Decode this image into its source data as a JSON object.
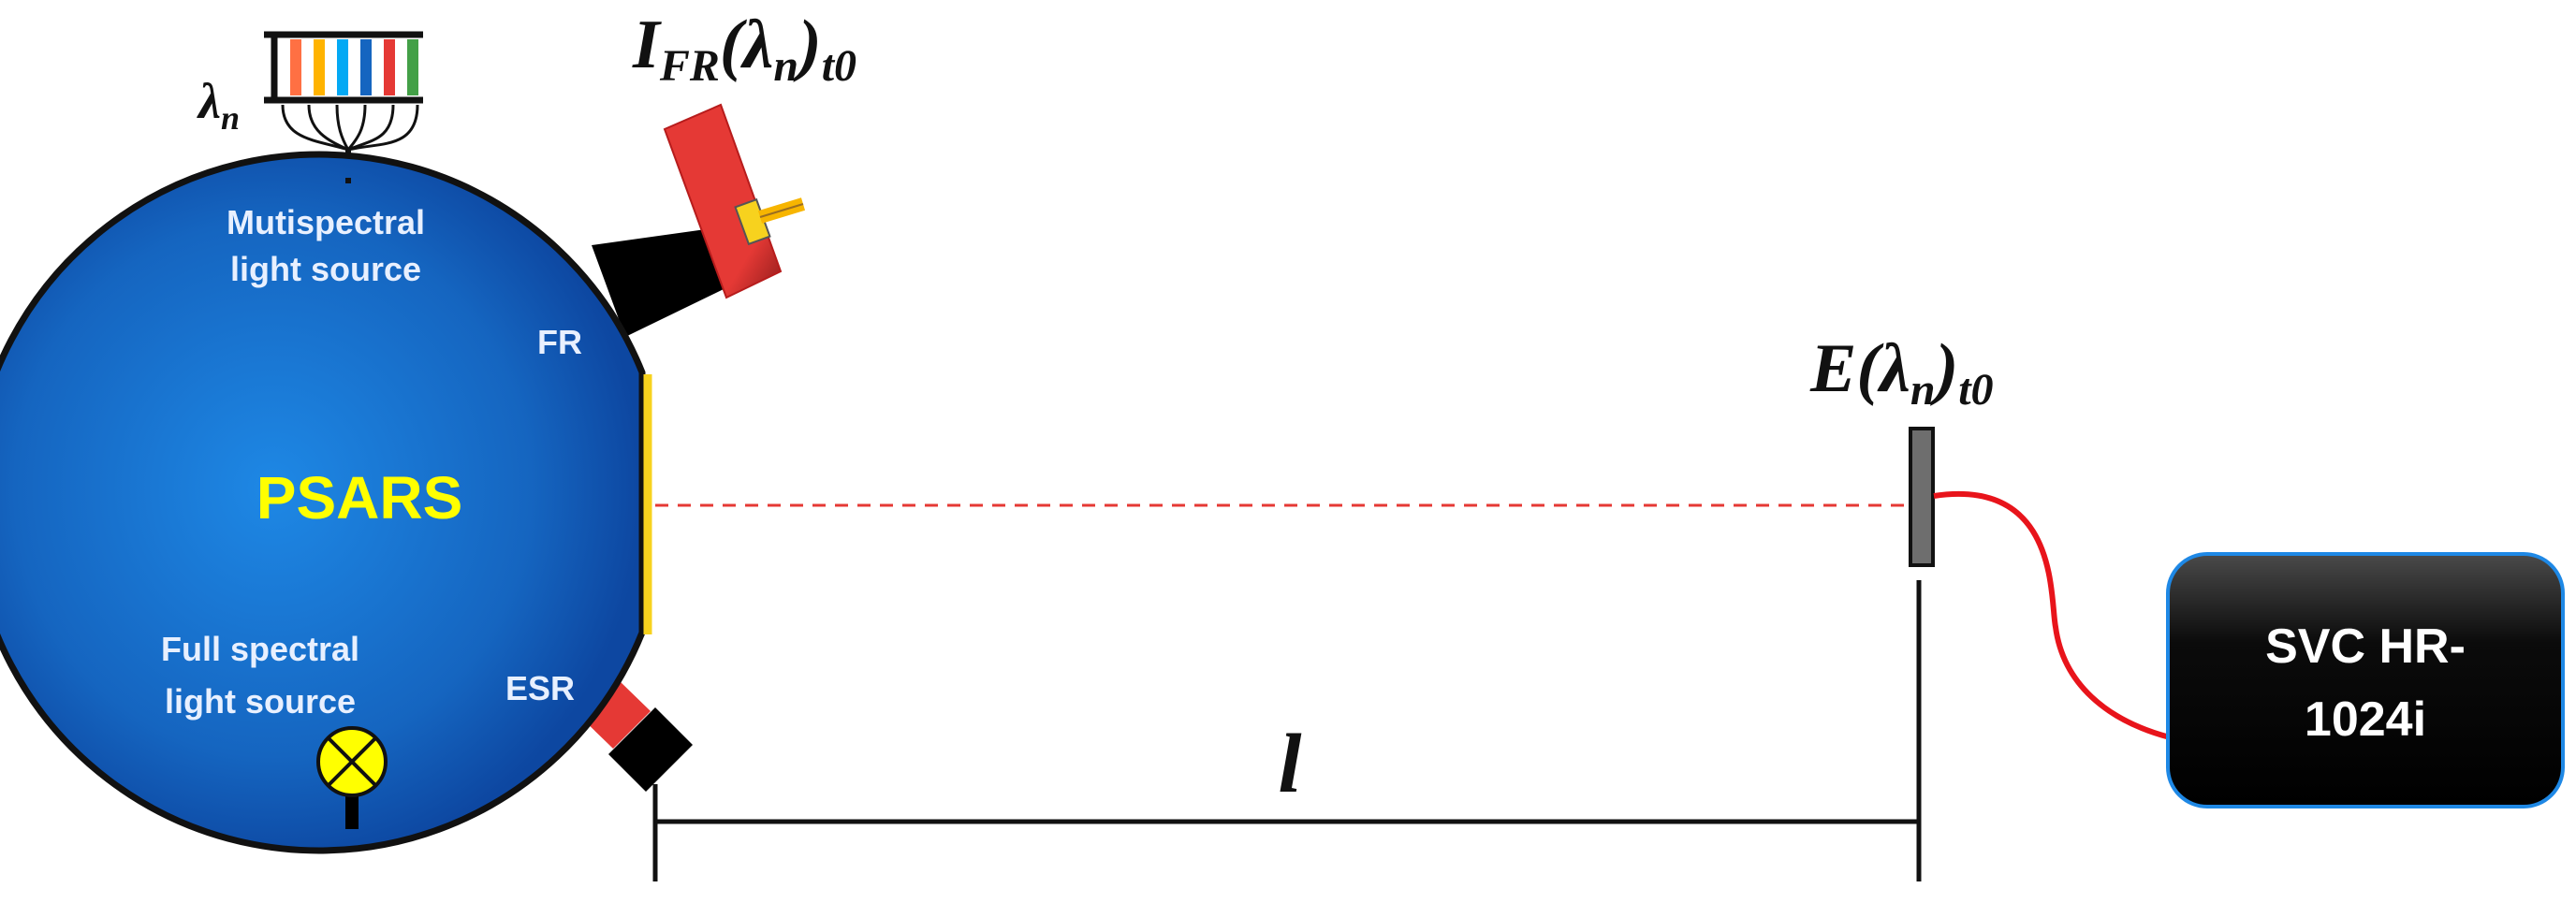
{
  "sphere": {
    "name": "PSARS",
    "multispectral_label_line1": "Mutispectral",
    "multispectral_label_line2": "light source",
    "full_spectral_label_line1": "Full spectral",
    "full_spectral_label_line2": "light source",
    "fr_port_label": "FR",
    "esr_port_label": "ESR"
  },
  "wavelength_label": {
    "symbol": "λ",
    "subscript": "n"
  },
  "fr_intensity_label": {
    "main": "I",
    "sub1": "FR",
    "open": "(λ",
    "sub2": "n",
    "close": ")",
    "sub3": "t0"
  },
  "irradiance_label": {
    "main": "E(λ",
    "sub1": "n",
    "close": ")",
    "sub2": "t0"
  },
  "distance_label": "l",
  "spectrometer": {
    "line1": "SVC HR-",
    "line2": "1024i"
  },
  "colors": {
    "sphere_fill": "#1565c0",
    "sphere_text": "#e8f0ff",
    "psars_text": "#ffff00",
    "red_accent": "#e53935",
    "yellow_accent": "#f7d21e",
    "detector_gray": "#707070",
    "fiber_red": "#e8141b"
  },
  "spectrum_bars": [
    "#ff7043",
    "#ffb300",
    "#03a9f4",
    "#1565c0",
    "#e53935",
    "#43a047"
  ]
}
